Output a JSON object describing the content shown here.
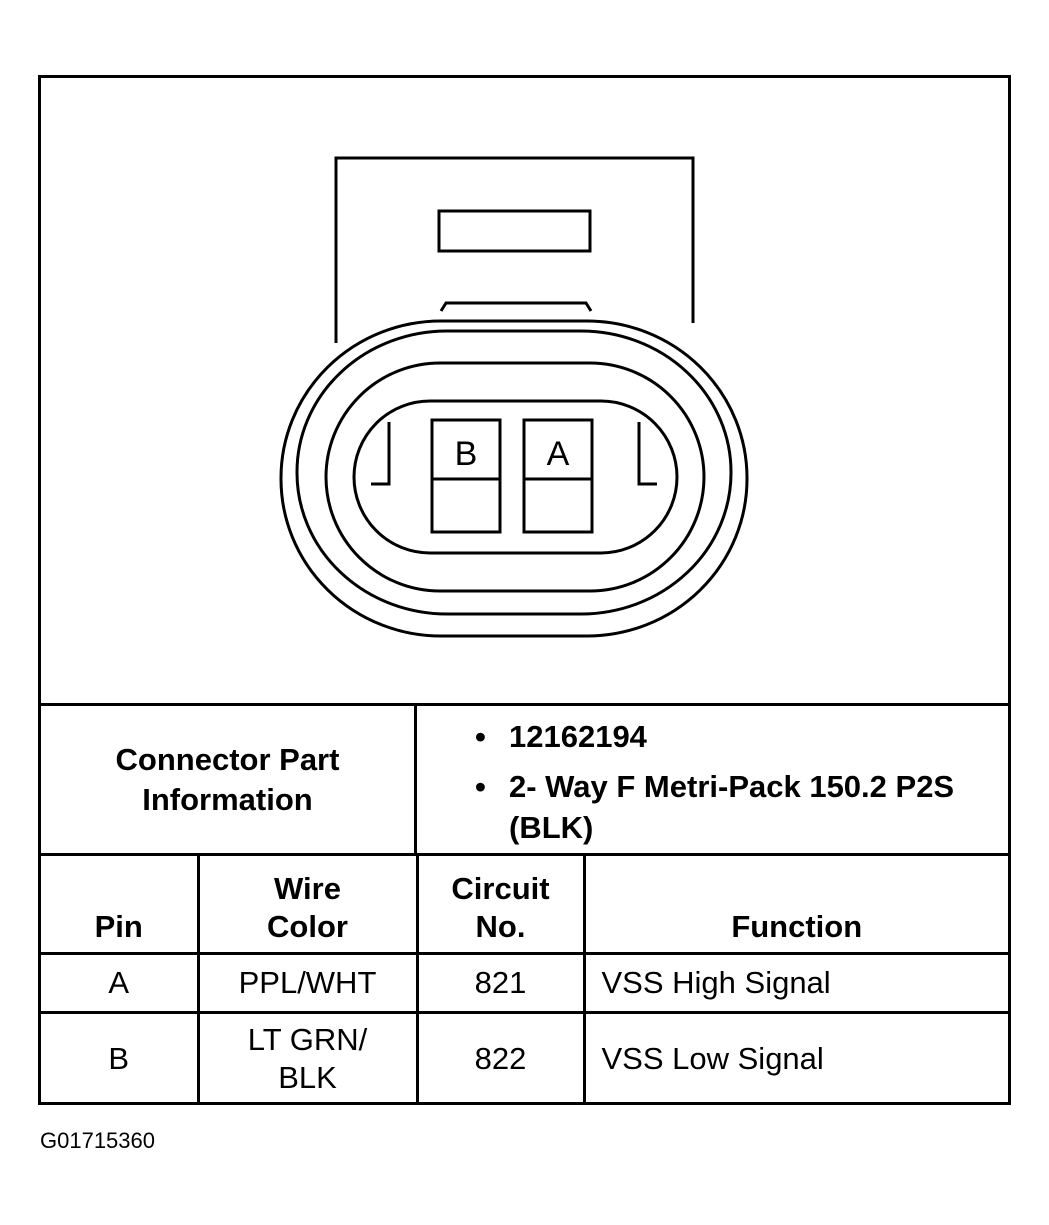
{
  "connector": {
    "cavities": [
      {
        "label": "B"
      },
      {
        "label": "A"
      }
    ]
  },
  "part_info": {
    "label_line1": "Connector Part",
    "label_line2": "Information",
    "items": [
      "12162194",
      "2- Way F Metri-Pack 150.2 P2S (BLK)"
    ]
  },
  "pin_table": {
    "headers": {
      "pin": "Pin",
      "wire_color_line1": "Wire",
      "wire_color_line2": "Color",
      "circuit_line1": "Circuit",
      "circuit_line2": "No.",
      "function": "Function"
    },
    "rows": [
      {
        "pin": "A",
        "wire_color_line1": "PPL/WHT",
        "wire_color_line2": "",
        "circuit": "821",
        "function": "VSS High Signal"
      },
      {
        "pin": "B",
        "wire_color_line1": "LT GRN/",
        "wire_color_line2": "BLK",
        "circuit": "822",
        "function": "VSS Low Signal"
      }
    ]
  },
  "figure_code": "G01715360"
}
